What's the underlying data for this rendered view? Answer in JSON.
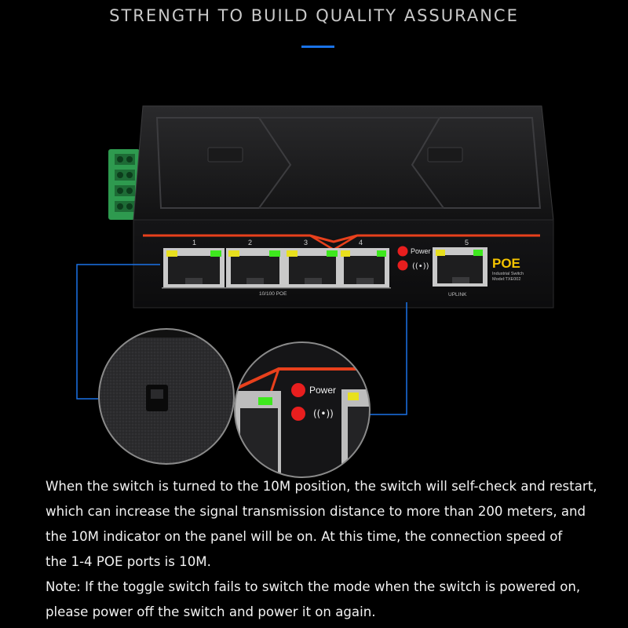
{
  "heading": "STRENGTH TO BUILD QUALITY ASSURANCE",
  "colors": {
    "accent": "#1a73e8",
    "body": "#1c1c1e",
    "stripe": "#e8401c",
    "led_green": "#3ee81e",
    "led_yellow": "#e8e01e",
    "led_red": "#e81e1e",
    "poe_yellow": "#f5c400"
  },
  "device": {
    "ports": [
      {
        "label": "1"
      },
      {
        "label": "2"
      },
      {
        "label": "3"
      },
      {
        "label": "4"
      }
    ],
    "port_group_label": "10/100 POE",
    "uplink_number": "5",
    "uplink_label": "UPLINK",
    "power_label": "Power",
    "poe_logo": "POE",
    "poe_subtitle": "Industrial Switch",
    "poe_model": "Model:TXE002"
  },
  "zoom": {
    "power_label": "Power"
  },
  "description": [
    "When the switch is turned to the 10M position, the switch will self-check and restart,",
    "which can increase the signal transmission distance to more than 200 meters, and",
    "the 10M indicator on the panel will be on. At this time, the connection speed of",
    "the 1-4 POE ports is 10M.",
    "Note: If the toggle switch fails to switch the mode when the switch is powered on,",
    "please power off the switch and power it on again."
  ]
}
